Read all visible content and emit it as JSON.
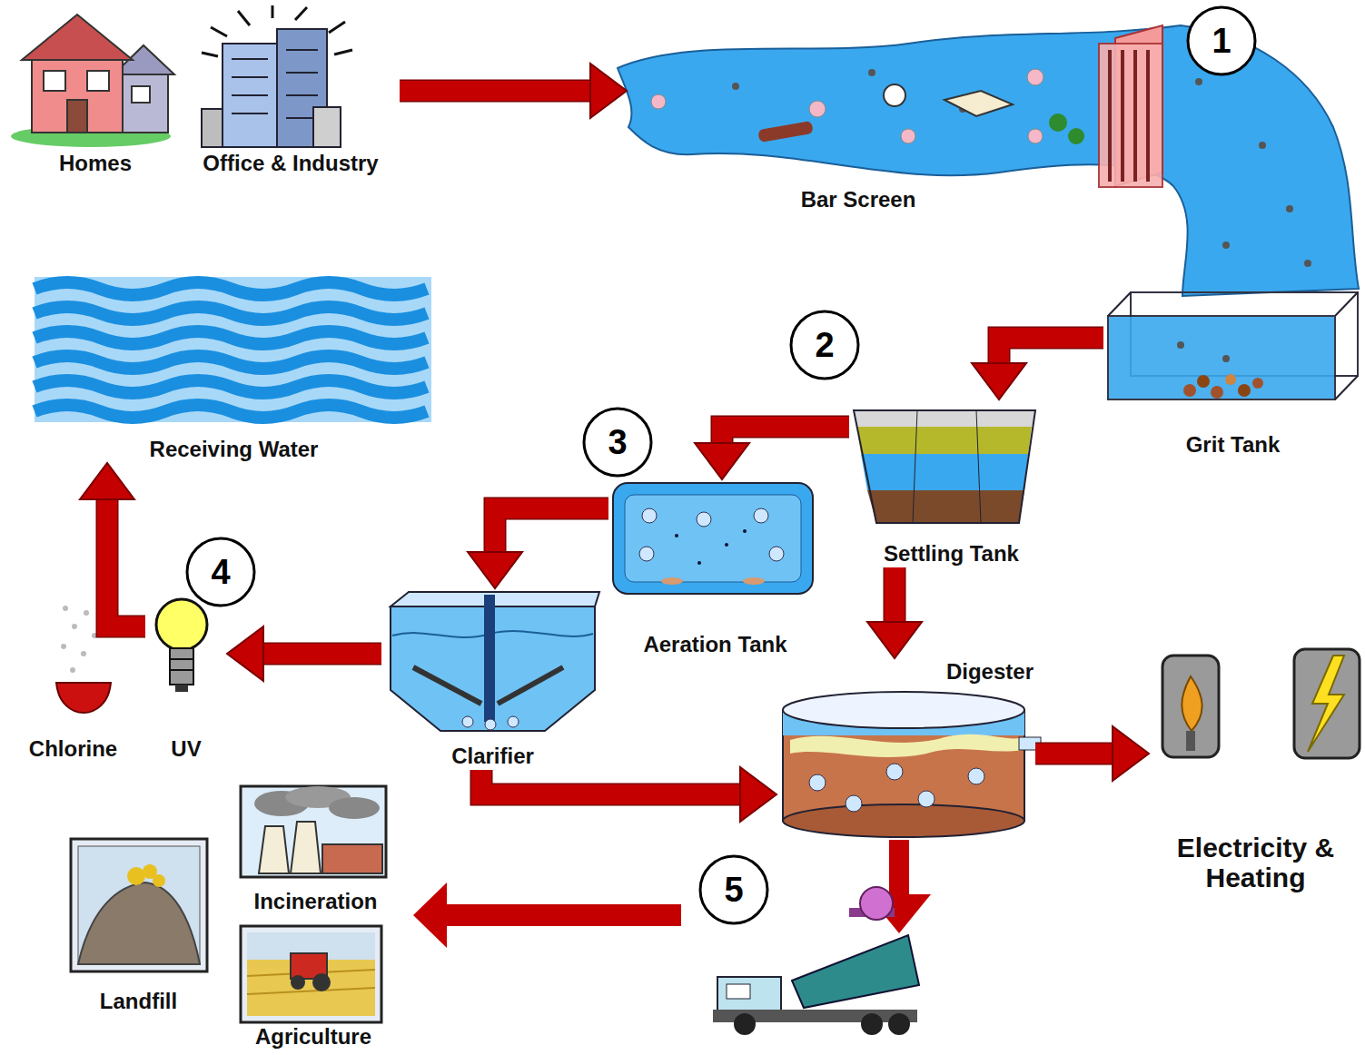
{
  "diagram": {
    "nodes": [
      {
        "text": [
          "Homes"
        ]
      },
      {
        "text": [
          "Office & Industry"
        ]
      },
      {
        "text": [
          "Bar Screen"
        ]
      },
      {
        "text": [
          "Grit Tank"
        ]
      },
      {
        "text": [
          "Settling Tank"
        ]
      },
      {
        "text": [
          "Aeration Tank"
        ]
      },
      {
        "text": [
          "Clarifier"
        ]
      },
      {
        "text": [
          "Digester"
        ]
      },
      {
        "text": [
          "Electricity & Heating"
        ]
      },
      {
        "text": [
          "UV"
        ]
      },
      {
        "text": [
          "Chlorine"
        ]
      },
      {
        "text": [
          "Receiving Water"
        ]
      },
      {
        "text": [
          "Incineration"
        ]
      },
      {
        "text": [
          "Landfill"
        ]
      },
      {
        "text": [
          "Agriculture"
        ]
      }
    ],
    "edges": [
      {
        "from": 1,
        "to": 2,
        "arrow": "to"
      },
      {
        "from": 3,
        "to": 4,
        "arrow": "to"
      },
      {
        "from": 4,
        "to": 5,
        "arrow": "to"
      },
      {
        "from": 5,
        "to": 6,
        "arrow": "to"
      },
      {
        "from": 4,
        "to": 7,
        "arrow": "to"
      },
      {
        "from": 6,
        "to": 7,
        "arrow": "to"
      },
      {
        "from": 6,
        "to": 9,
        "arrow": "to"
      },
      {
        "from": 9,
        "to": 11,
        "arrow": "to"
      },
      {
        "from": 7,
        "to": 8,
        "arrow": "to"
      }
    ],
    "labels": [
      "1",
      "2",
      "3",
      "4",
      "5"
    ]
  }
}
